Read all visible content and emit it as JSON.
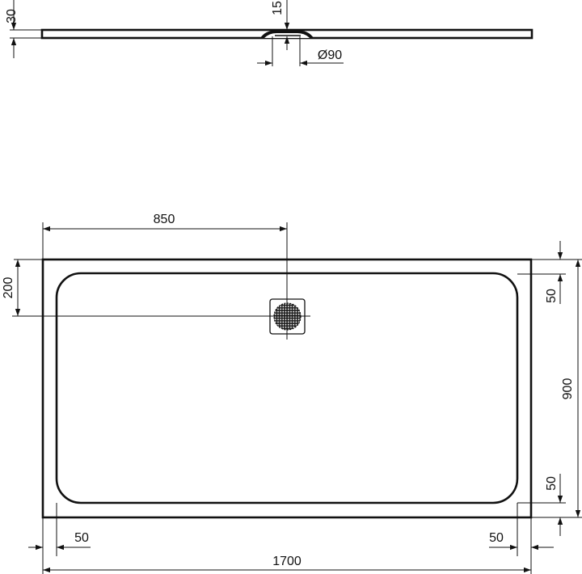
{
  "drawing": {
    "title": "Shower tray technical drawing",
    "units": "mm",
    "colors": {
      "line": "#111111",
      "background": "#ffffff"
    }
  },
  "side_view": {
    "thickness_label": "30",
    "drain_depth_label": "15",
    "drain_diameter_label": "Ø90"
  },
  "plan_view": {
    "drain_offset_x_label": "850",
    "drain_offset_y_label": "200",
    "border_top_label": "50",
    "border_bottom_label": "50",
    "border_left_label": "50",
    "border_right_label": "50",
    "overall_width_label": "1700",
    "overall_depth_label": "900",
    "drain_icon": "grated-drain-icon"
  }
}
